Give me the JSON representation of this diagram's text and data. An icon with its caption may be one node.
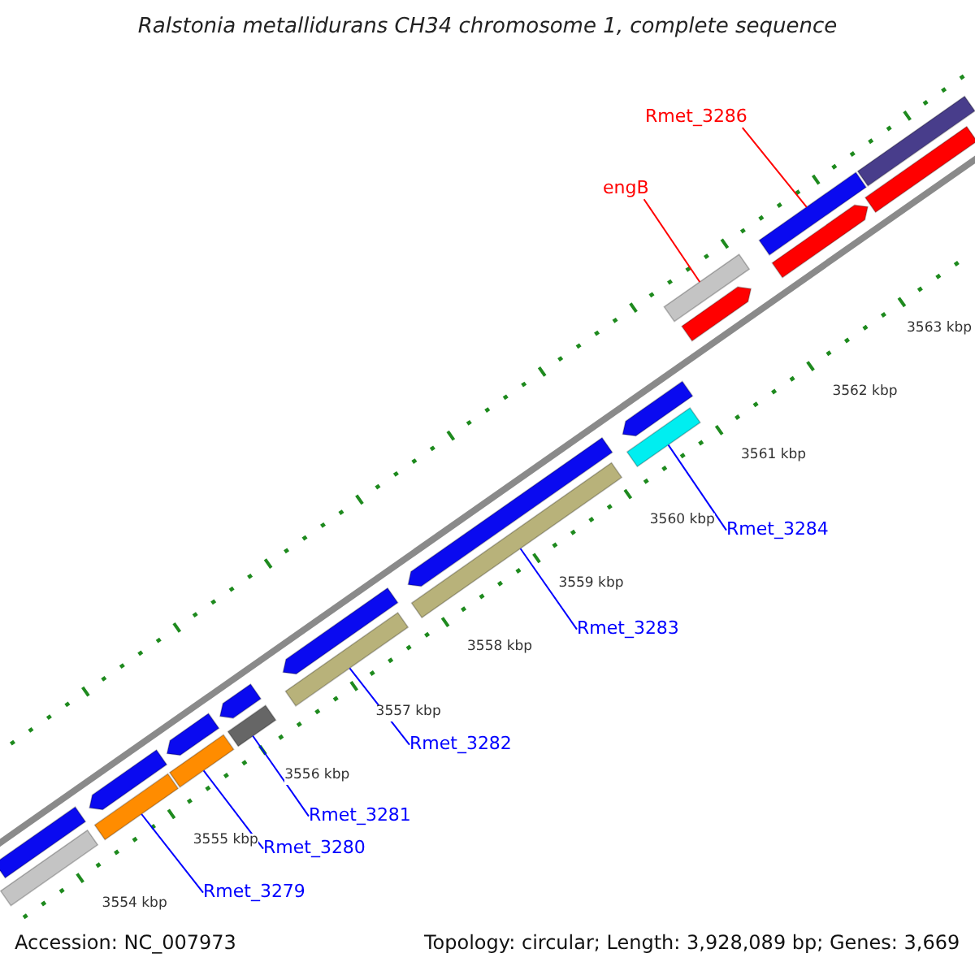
{
  "diagram": {
    "title": "Ralstonia metallidurans CH34 chromosome 1, complete sequence",
    "nodes": [
      {
        "text": [
          "Rmet_3286"
        ]
      },
      {
        "text": [
          "engB"
        ]
      },
      {
        "text": [
          "Rmet_3284"
        ]
      },
      {
        "text": [
          "Rmet_3283"
        ]
      },
      {
        "text": [
          "Rmet_3282"
        ]
      },
      {
        "text": [
          "Rmet_3281"
        ]
      },
      {
        "text": [
          "Rmet_3280"
        ]
      },
      {
        "text": [
          "Rmet_3279"
        ]
      },
      {
        "text": [],
        "shape": "bar"
      },
      {
        "text": [],
        "shape": "bar"
      },
      {
        "text": [],
        "shape": "bar"
      },
      {
        "text": [],
        "shape": "bar"
      },
      {
        "text": [],
        "shape": "bar"
      },
      {
        "text": [],
        "shape": "bar"
      },
      {
        "text": [],
        "shape": "bar"
      },
      {
        "text": [],
        "shape": "bar"
      },
      {
        "text": [],
        "shape": "bar"
      },
      {
        "text": [],
        "shape": "bar"
      },
      {
        "text": [],
        "shape": "bar"
      },
      {
        "text": [],
        "shape": "bar"
      },
      {
        "text": [],
        "shape": "bar"
      },
      {
        "text": [],
        "shape": "bar"
      },
      {
        "text": [],
        "shape": "bar"
      },
      {
        "text": [],
        "shape": "bar"
      },
      {
        "text": [],
        "shape": "bar"
      },
      {
        "text": [],
        "shape": "bar"
      },
      {
        "text": [],
        "shape": "bar"
      },
      {
        "text": [],
        "shape": "bar"
      }
    ],
    "edges": [
      {
        "from": 0,
        "to": 24,
        "arrow": "none",
        "color": "#ff0000"
      },
      {
        "from": 1,
        "to": 22,
        "arrow": "none",
        "color": "#ff0000"
      },
      {
        "from": 2,
        "to": 20,
        "arrow": "none"
      },
      {
        "from": 3,
        "to": 18,
        "arrow": "none"
      },
      {
        "from": 4,
        "to": 16,
        "arrow": "none"
      },
      {
        "from": 5,
        "to": 14,
        "arrow": "none"
      },
      {
        "from": 6,
        "to": 12,
        "arrow": "none"
      },
      {
        "from": 7,
        "to": 11,
        "arrow": "none"
      }
    ],
    "labels": [
      "3563 kbp",
      "3562 kbp",
      "3561 kbp",
      "3560 kbp",
      "3559 kbp",
      "3558 kbp",
      "3557 kbp",
      "3556 kbp",
      "3555 kbp",
      "3554 kbp",
      "Accession: NC_007973",
      "Topology: circular; Length: 3,928,089 bp; Genes: 3,669"
    ]
  }
}
